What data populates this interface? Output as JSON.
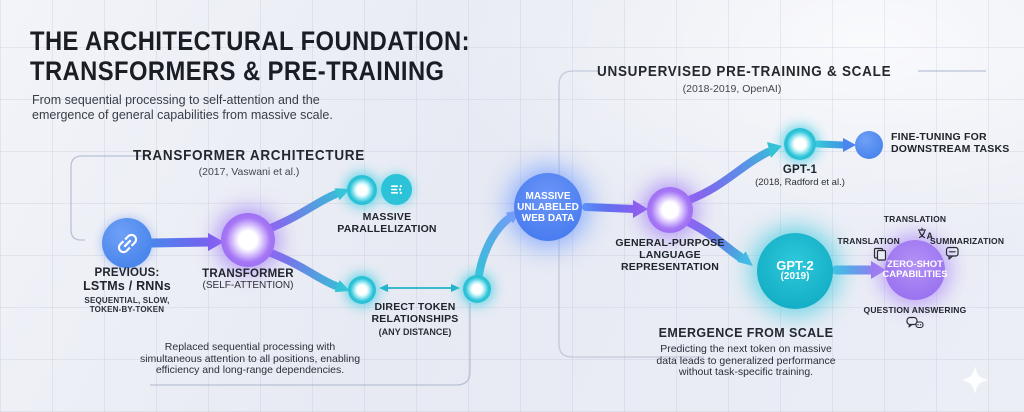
{
  "header": {
    "title_line1": "THE ARCHITECTURAL FOUNDATION:",
    "title_line2": "TRANSFORMERS & PRE-TRAINING",
    "subtitle_line1": "From sequential processing to self-attention and the",
    "subtitle_line2": "emergence of general capabilities from massive scale."
  },
  "sections": {
    "transformer": {
      "title": "TRANSFORMER ARCHITECTURE",
      "subtitle": "(2017, Vaswani et al.)",
      "note_line1": "Replaced sequential processing with",
      "note_line2": "simultaneous attention to all positions, enabling",
      "note_line3": "efficiency and long-range dependencies."
    },
    "pretraining": {
      "title": "UNSUPERVISED PRE-TRAINING & SCALE",
      "subtitle": "(2018-2019, OpenAI)",
      "emergence_title": "EMERGENCE FROM SCALE",
      "emergence_line1": "Predicting the next token on massive",
      "emergence_line2": "data leads to generalized performance",
      "emergence_line3": "without task-specific training."
    }
  },
  "nodes": {
    "previous": {
      "color": "#4a86ec",
      "icon": "chain-link-icon",
      "label_line1": "PREVIOUS:",
      "label_line2": "LSTMs / RNNs",
      "sub_line1": "SEQUENTIAL, SLOW,",
      "sub_line2": "TOKEN-BY-TOKEN"
    },
    "transformer": {
      "color": "#8b5cf0",
      "label_line1": "TRANSFORMER",
      "label_line2": "(SELF-ATTENTION)"
    },
    "parallelization": {
      "color": "#2cc3d8",
      "icon": "parallel-lines-icon",
      "label_line1": "MASSIVE",
      "label_line2": "PARALLELIZATION"
    },
    "direct_token": {
      "color": "#2cc3d8",
      "label_line1": "DIRECT TOKEN",
      "label_line2": "RELATIONSHIPS",
      "label_line3": "(ANY DISTANCE)"
    },
    "web_data": {
      "color": "#4a7df0",
      "line1": "MASSIVE",
      "line2": "UNLABELED",
      "line3": "WEB DATA"
    },
    "general_purpose": {
      "color": "#8b5cf0",
      "label_line1": "GENERAL-PURPOSE",
      "label_line2": "LANGUAGE",
      "label_line3": "REPRESENTATION"
    },
    "gpt1": {
      "color": "#2cc3d8",
      "label": "GPT-1",
      "sublabel": "(2018, Radford et al.)"
    },
    "finetuning": {
      "color": "#4a86ec",
      "label_line1": "FINE-TUNING FOR",
      "label_line2": "DOWNSTREAM TASKS"
    },
    "gpt2": {
      "color": "#14aec6",
      "label": "GPT-2",
      "sublabel": "(2019)"
    },
    "zero_shot": {
      "color": "#9a73ef",
      "line1": "ZERO-SHOT",
      "line2": "CAPABILITIES",
      "capabilities": [
        {
          "label": "TRANSLATION",
          "icon": "translate-icon"
        },
        {
          "label": "TRANSLATION",
          "icon": "document-pages-icon"
        },
        {
          "label": "SUMMARIZATION",
          "icon": "summary-bubble-icon"
        },
        {
          "label": "QUESTION ANSWERING",
          "icon": "chat-bubbles-icon"
        }
      ]
    }
  }
}
